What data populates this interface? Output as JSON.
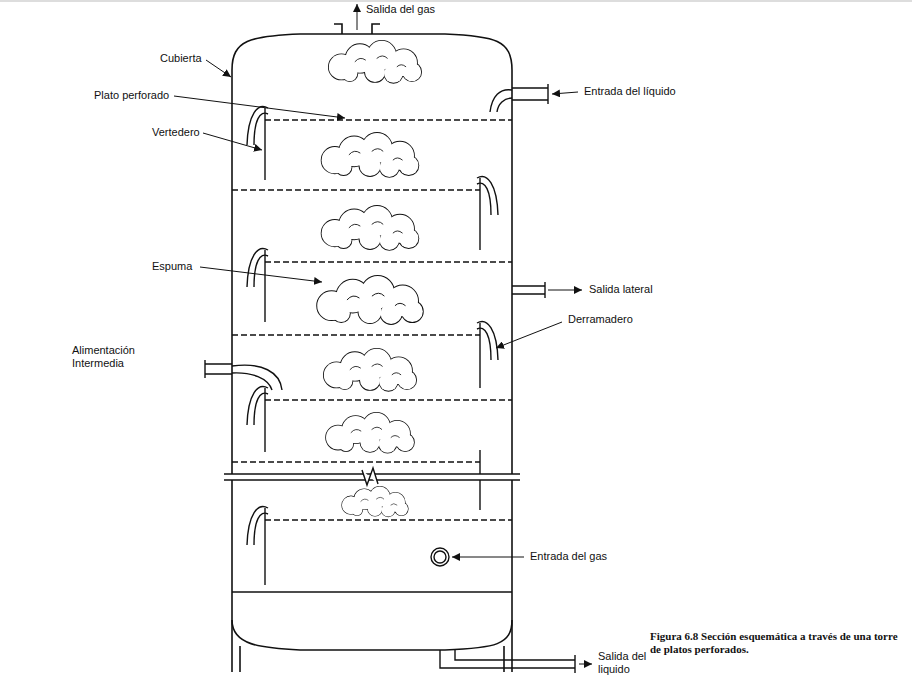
{
  "diagram": {
    "caption": "Figura 6.8 Sección esquemática a través de una torre de platos perforados.",
    "labels": [
      "Salida del gas",
      "Cubierta",
      "Plato perforado",
      "Entrada del líquido",
      "Vertedero",
      "Espuma",
      "Salida lateral",
      "Derramadero",
      "Alimentación Intermedia",
      "Entrada del gas",
      "Salida del liquido"
    ]
  }
}
